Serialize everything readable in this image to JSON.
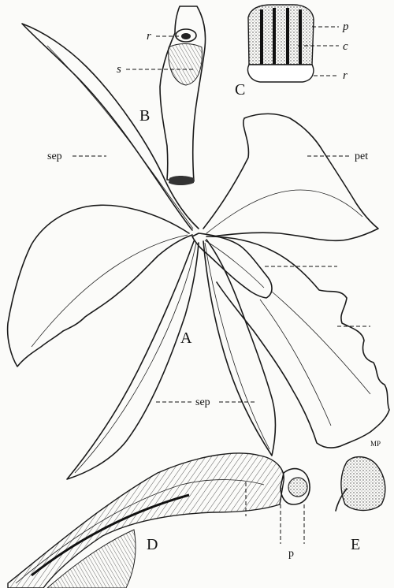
{
  "figure": {
    "panels": {
      "A": "A",
      "B": "B",
      "C": "C",
      "D": "D",
      "E": "E"
    },
    "labels": {
      "sep_upper": "sep",
      "sep_lower": "sep",
      "pet": "pet",
      "b_r": "r",
      "b_s": "s",
      "c_p": "p",
      "c_c": "c",
      "c_r": "r",
      "d_p": "p",
      "signature": "MP"
    }
  }
}
